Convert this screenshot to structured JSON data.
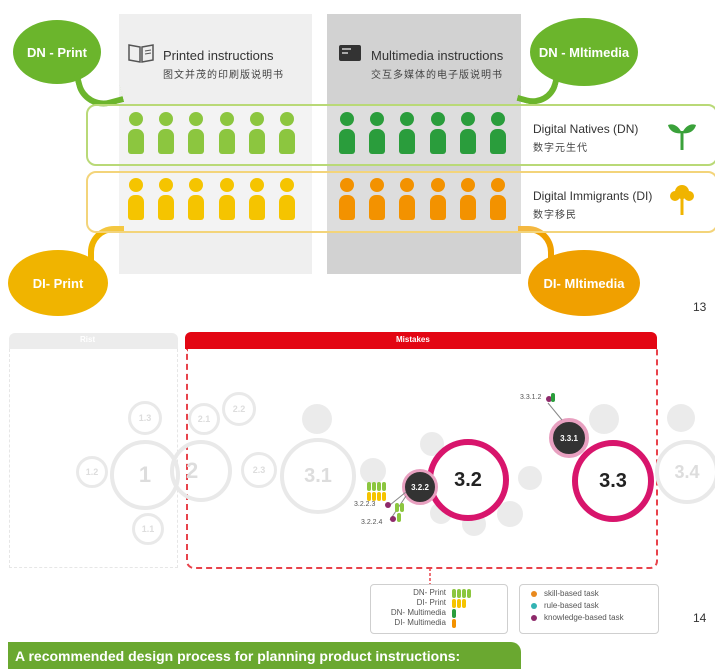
{
  "panel1": {
    "col_print": {
      "title": "Printed instructions",
      "subtitle": "图文并茂的印刷版说明书"
    },
    "col_multi": {
      "title": "Multimedia instructions",
      "subtitle": "交互多媒体的电子版说明书"
    },
    "bubbles": {
      "dn_print": "DN - Print",
      "dn_multi": "DN - Mltimedia",
      "di_print": "DI- Print",
      "di_multi": "DI- Mltimedia"
    },
    "row_dn": {
      "label": "Digital Natives (DN)",
      "sublabel": "数字元生代"
    },
    "row_di": {
      "label": "Digital Immigrants (DI)",
      "sublabel": "数字移民"
    },
    "page_number": "13",
    "colors": {
      "green_light": "#8cc63f",
      "green_dark": "#2a9d3c",
      "yellow": "#f5c400",
      "orange": "#f39200",
      "bubble_green": "#6bb52c",
      "bubble_orange": "#f0a400"
    }
  },
  "panel2": {
    "header_faint": "Rist",
    "header_main": "Mistakes",
    "nodes": {
      "n32": "3.2",
      "n33": "3.3",
      "n322": "3.2.2",
      "n331": "3.3.1"
    },
    "faint_nodes": {
      "n1": "1",
      "n11": "1.1",
      "n12": "1.2",
      "n13": "1.3",
      "n2": "2",
      "n21": "2.1",
      "n22": "2.2",
      "n23": "2.3",
      "n31": "3.1",
      "n34": "3.4"
    },
    "leaf_labels": {
      "l3223": "3.2.2.3",
      "l3224": "3.2.2.4",
      "l3312": "3.3.1.2"
    },
    "legend_left": [
      "DN- Print",
      "DI- Print",
      "DN- Multimedia",
      "DI- Multimedia"
    ],
    "legend_right": [
      "skill-based task",
      "rule-based task",
      "knowledge-based task"
    ],
    "legend_dot_colors": [
      "#e8891e",
      "#33b3b3",
      "#8e2a6b"
    ],
    "page_number": "14",
    "colors": {
      "red": "#e30613",
      "magenta": "#d8156c",
      "dark": "#333333"
    }
  },
  "footer": {
    "title": "A recommended design process for planning product instructions:"
  }
}
